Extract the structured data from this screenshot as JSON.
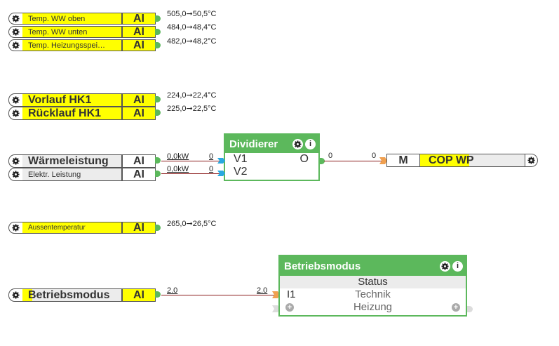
{
  "inputs": [
    {
      "id": "temp-ww-oben",
      "label": "Temp. WW oben",
      "tag": "AI",
      "value": "505,0➞50,5°C"
    },
    {
      "id": "temp-ww-unten",
      "label": "Temp. WW unten",
      "tag": "AI",
      "value": "484,0➞48,4°C"
    },
    {
      "id": "temp-heizungsspeicher",
      "label": "Temp. Heizungsspei…",
      "tag": "AI",
      "value": "482,0➞48,2°C"
    },
    {
      "id": "vorlauf-hk1",
      "label": "Vorlauf HK1",
      "tag": "AI",
      "value": "224,0➞22,4°C"
    },
    {
      "id": "ruecklauf-hk1",
      "label": "Rücklauf HK1",
      "tag": "AI",
      "value": "225,0➞22,5°C"
    },
    {
      "id": "waermeleistung",
      "label": "Wärmeleistung",
      "tag": "AI",
      "wire_out": "0,0kW",
      "wire_in": "0"
    },
    {
      "id": "elektr-leistung",
      "label": "Elektr. Leistung",
      "tag": "AI",
      "wire_out": "0,0kW",
      "wire_in": "0"
    },
    {
      "id": "aussentemperatur",
      "label": "Aussentemperatur",
      "tag": "AI",
      "value": "265,0➞26,5°C"
    },
    {
      "id": "betriebsmodus-in",
      "label": "Betriebsmodus",
      "tag": "AI",
      "wire_out": "2.0",
      "wire_in": "2.0"
    }
  ],
  "dividierer": {
    "title": "Dividierer",
    "inputs": [
      "V1",
      "V2"
    ],
    "output": "O",
    "out_wire_start": "0",
    "out_wire_end": "0"
  },
  "output_block": {
    "mode": "M",
    "label": "COP WP"
  },
  "betriebsmodus_block": {
    "title": "Betriebsmodus",
    "header_row": "Status",
    "input_label": "I1",
    "rows": [
      "Technik",
      "Heizung"
    ]
  },
  "colors": {
    "accent_green": "#5cb85c",
    "highlight_yellow": "#ffff00",
    "wire": "#8b1a1a",
    "port_blue": "#29a8e0",
    "port_orange": "#f0a050"
  }
}
